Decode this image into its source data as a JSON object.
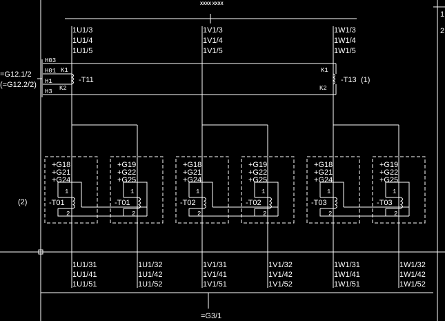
{
  "drawing": {
    "title": "XXXX XXXX",
    "right_edge_labels": [
      "1",
      "2"
    ],
    "left_ref": [
      "=G12.1/2",
      "(=G12.2/2)"
    ],
    "h_labels": [
      "H03",
      "H01",
      "H1",
      "H3"
    ],
    "k_labels_left": [
      "K1",
      "K2"
    ],
    "k_labels_right": [
      "K1",
      "K2"
    ],
    "transformer_left": "-T11",
    "transformer_right": "-T13",
    "transformer_right_note": "(1)",
    "module_row_note": "(2)",
    "bottom_ref": "=G3/1",
    "top_columns": [
      [
        "1U1/3",
        "1U1/4",
        "1U1/5"
      ],
      [
        "1V1/3",
        "1V1/4",
        "1V1/5"
      ],
      [
        "1W1/3",
        "1W1/4",
        "1W1/5"
      ]
    ],
    "modules": [
      {
        "groups": [
          "+G18",
          "+G21",
          "+G24"
        ],
        "name": "-T01",
        "t1": "1",
        "t2": "2"
      },
      {
        "groups": [
          "+G19",
          "+G22",
          "+G25"
        ],
        "name": "-T01",
        "t1": "1",
        "t2": "2"
      },
      {
        "groups": [
          "+G18",
          "+G21",
          "+G24"
        ],
        "name": "-T02",
        "t1": "1",
        "t2": "2"
      },
      {
        "groups": [
          "+G19",
          "+G22",
          "+G25"
        ],
        "name": "-T02",
        "t1": "1",
        "t2": "2"
      },
      {
        "groups": [
          "+G18",
          "+G21",
          "+G24"
        ],
        "name": "-T03",
        "t1": "1",
        "t2": "2"
      },
      {
        "groups": [
          "+G19",
          "+G22",
          "+G25"
        ],
        "name": "-T03",
        "t1": "1",
        "t2": "2"
      }
    ],
    "bottom_columns": [
      [
        "1U1/31",
        "1U1/41",
        "1U1/51"
      ],
      [
        "1U1/32",
        "1U1/42",
        "1U1/52"
      ],
      [
        "1V1/31",
        "1V1/41",
        "1V1/51"
      ],
      [
        "1V1/32",
        "1V1/42",
        "1V1/52"
      ],
      [
        "1W1/31",
        "1W1/41",
        "1W1/51"
      ],
      [
        "1W1/32",
        "1W1/42",
        "1W1/52"
      ]
    ]
  }
}
